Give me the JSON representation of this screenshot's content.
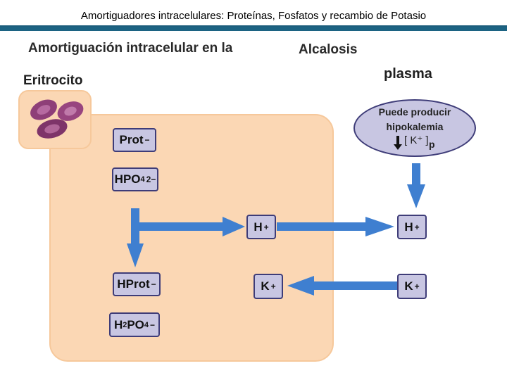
{
  "header": {
    "title": "Amortiguadores intracelulares: Proteínas, Fosfatos y recambio de Potasio"
  },
  "diagram": {
    "heading_part1": "Amortiguación intracelular en la",
    "heading_part2": "Alcalosis",
    "cell_label": "Eritrocito",
    "plasma_label": "plasma",
    "plasma_note_line1": "Puede producir",
    "plasma_note_line2": "hipokalemia",
    "plasma_note_k": "[ K⁺ ]",
    "plasma_note_p": "p",
    "ions": {
      "prot": {
        "base": "Prot",
        "sup": "−"
      },
      "hpo4": {
        "base": "HPO",
        "sub": "4",
        "sup": "2−"
      },
      "h_cell": {
        "base": "H",
        "sup": "+"
      },
      "h_plasma": {
        "base": "H",
        "sup": "+"
      },
      "hprot": {
        "base": "HProt",
        "sup": "−"
      },
      "h2po4": {
        "pre": "H",
        "sub1": "2",
        "mid": "PO",
        "sub2": "4",
        "sup": "−"
      },
      "k_cell": {
        "base": "K",
        "sup": "+"
      },
      "k_plasma": {
        "base": "K",
        "sup": "+"
      }
    }
  },
  "colors": {
    "ion_fill": "#c8c6e2",
    "ion_border": "#3e3c78",
    "arrow": "#3f7fd0",
    "cell_fill": "#fbd7b4",
    "header_band": "#1c6383"
  }
}
